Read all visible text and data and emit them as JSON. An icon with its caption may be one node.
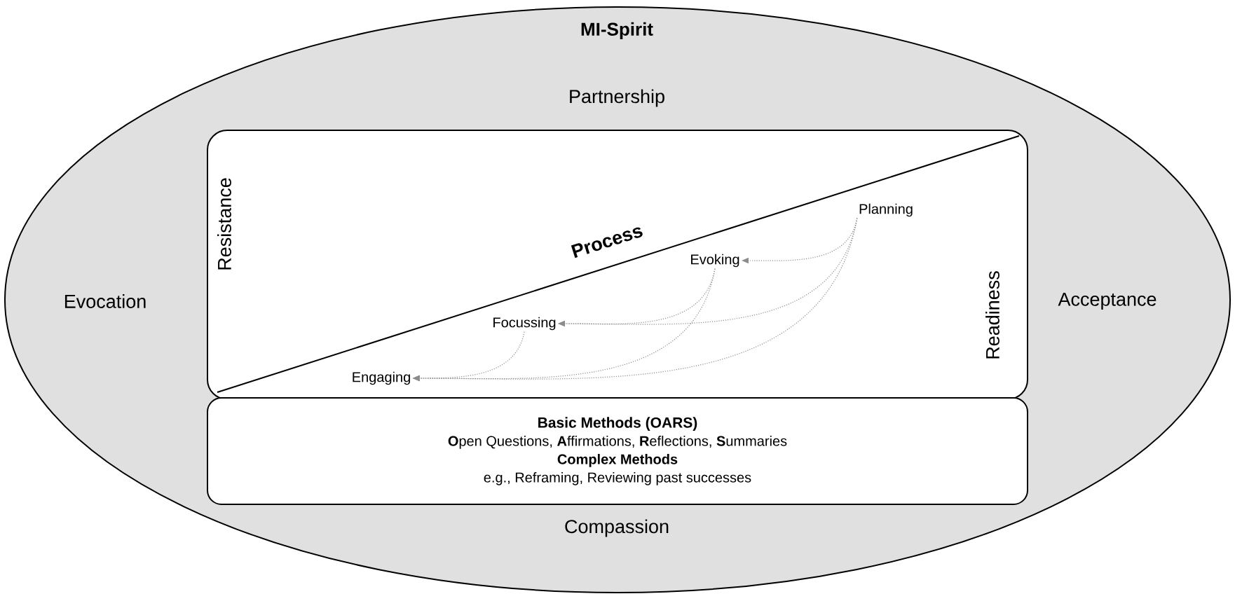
{
  "diagram": {
    "nodes": [
      {
        "text": [
          "MI-Spirit",
          "Partnership",
          "Evocation",
          "Acceptance",
          "Compassion"
        ]
      },
      {
        "text": [
          "Resistance",
          "Process",
          "Readiness"
        ],
        "in": 0
      },
      {
        "text": [
          "Planning"
        ],
        "in": 1
      },
      {
        "text": [
          "Evoking"
        ],
        "in": 1
      },
      {
        "text": [
          "Focussing"
        ],
        "in": 1
      },
      {
        "text": [
          "Engaging"
        ],
        "in": 1
      },
      {
        "text": [
          "Basic Methods (OARS)",
          "**O**pen Questions, **A**ffirmations, **R**eflections, **S**ummaries",
          "Complex Methods",
          "e.g., Reframing, Reviewing past successes"
        ],
        "in": 0
      }
    ],
    "edges": [
      {
        "from": 2,
        "to": 3,
        "arrow": "to"
      },
      {
        "from": 2,
        "to": 4,
        "arrow": "to"
      },
      {
        "from": 2,
        "to": 5,
        "arrow": "to"
      },
      {
        "from": 3,
        "to": 4,
        "arrow": "to"
      },
      {
        "from": 3,
        "to": 5,
        "arrow": "to"
      },
      {
        "from": 4,
        "to": 5,
        "arrow": "to"
      }
    ]
  }
}
